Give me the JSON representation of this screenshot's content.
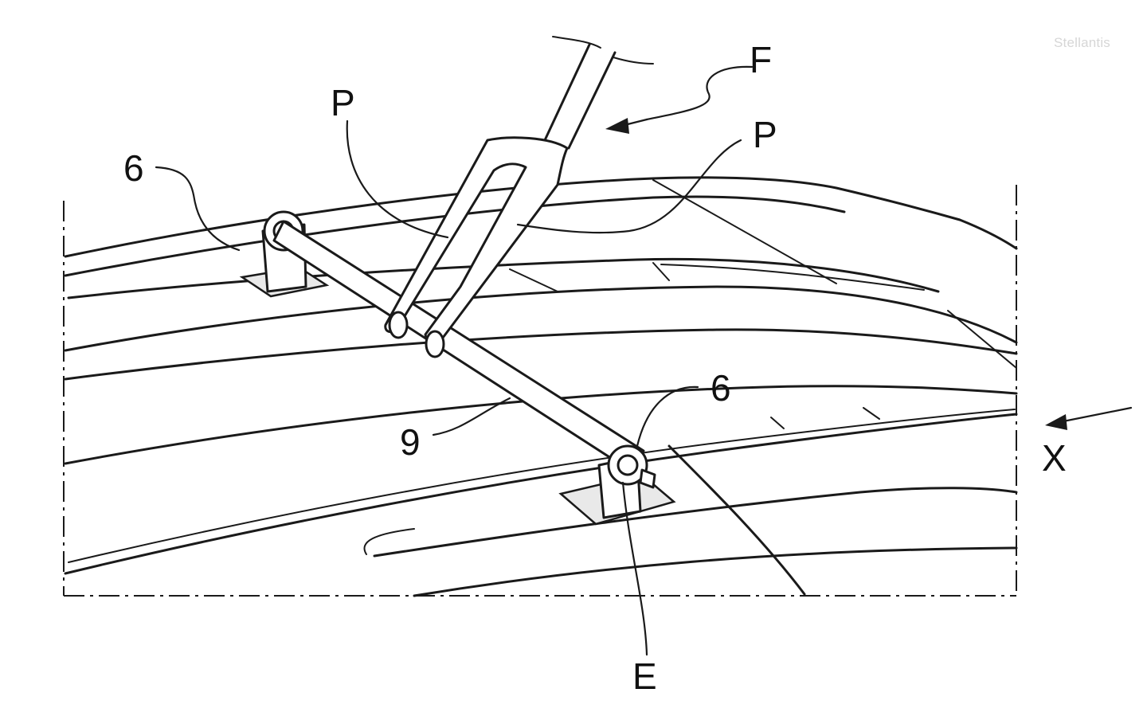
{
  "labels": {
    "fork": "F",
    "prong_left": "P",
    "prong_right": "P",
    "bracket_left": "6",
    "bracket_right": "6",
    "bar": "9",
    "end": "E",
    "view": "X"
  },
  "watermark": "Stellantis",
  "colors": {
    "line": "#1a1a1a",
    "background": "#ffffff",
    "watermark": "#d6d6d6"
  }
}
